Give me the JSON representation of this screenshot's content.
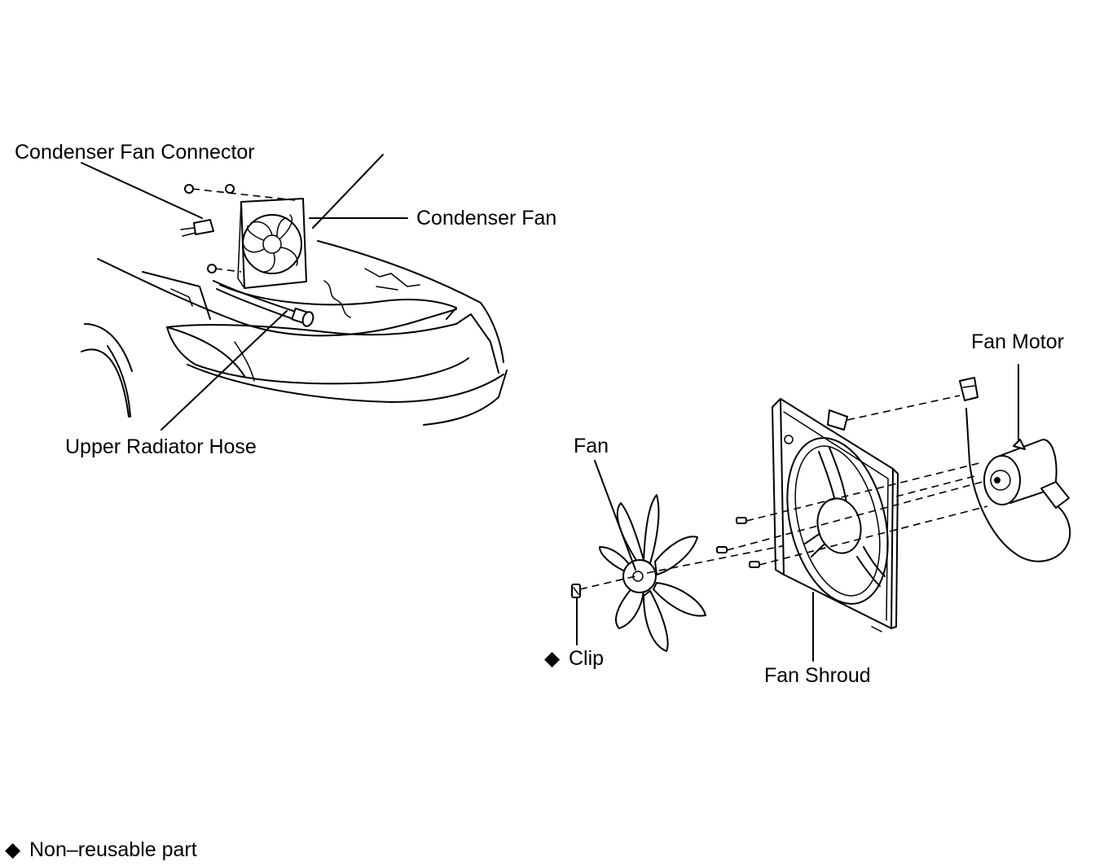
{
  "labels": {
    "condenser_fan_connector": "Condenser Fan Connector",
    "condenser_fan": "Condenser Fan",
    "upper_radiator_hose": "Upper Radiator Hose",
    "fan_motor": "Fan Motor",
    "fan": "Fan",
    "clip": "Clip",
    "fan_shroud": "Fan Shroud"
  },
  "legend": {
    "symbol": "◆",
    "text": "Non–reusable part"
  }
}
